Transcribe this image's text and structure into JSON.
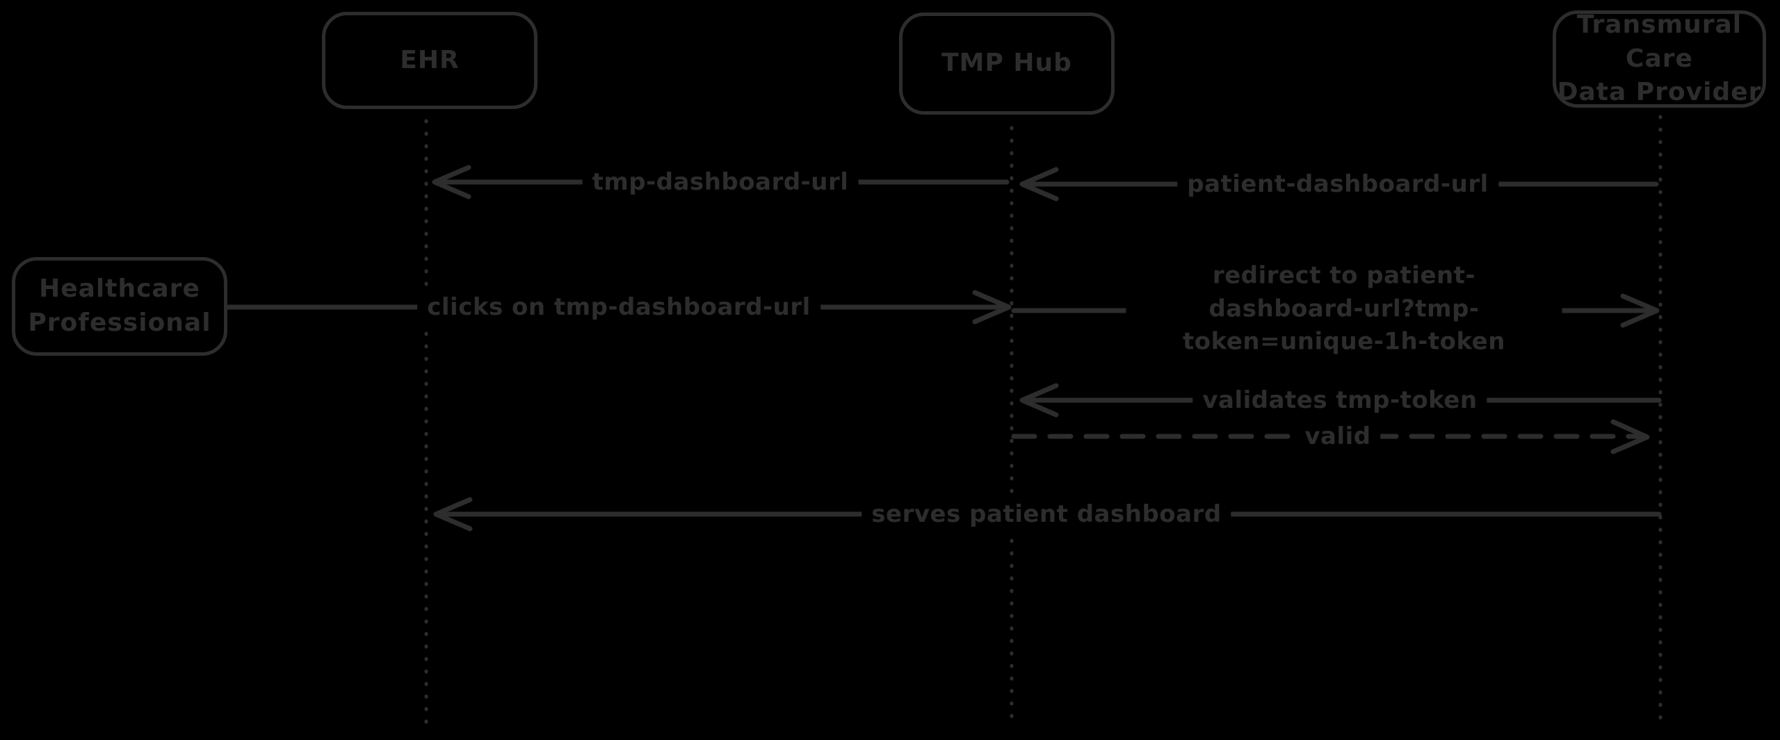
{
  "canvas": {
    "background": "#000000",
    "ink": "#2d2d2d",
    "style": "hand-drawn sequence diagram"
  },
  "actors": [
    {
      "id": "ehr",
      "label": "EHR"
    },
    {
      "id": "tmp-hub",
      "label": "TMP Hub"
    },
    {
      "id": "transmural-care-data-provider",
      "label": "Transmural Care\nData Provider"
    },
    {
      "id": "healthcare-professional",
      "label": "Healthcare\nProfessional"
    }
  ],
  "messages": [
    {
      "id": "tmp-dashboard-url",
      "label": "tmp-dashboard-url",
      "from": "tmp-hub",
      "to": "ehr",
      "style": "solid",
      "direction": "left"
    },
    {
      "id": "patient-dashboard-url",
      "label": "patient-dashboard-url",
      "from": "transmural-care-data-provider",
      "to": "tmp-hub",
      "style": "solid",
      "direction": "left"
    },
    {
      "id": "clicks-on-tmp-dashboard-url",
      "label": "clicks on tmp-dashboard-url",
      "from": "healthcare-professional",
      "to": "tmp-hub",
      "style": "solid",
      "direction": "right"
    },
    {
      "id": "redirect-to-patient-dashboard-url",
      "label": "redirect to patient-dashboard-url?tmp-\ntoken=unique-1h-token",
      "from": "tmp-hub",
      "to": "transmural-care-data-provider",
      "style": "solid",
      "direction": "right"
    },
    {
      "id": "validates-tmp-token",
      "label": "validates tmp-token",
      "from": "transmural-care-data-provider",
      "to": "tmp-hub",
      "style": "solid",
      "direction": "left"
    },
    {
      "id": "valid",
      "label": "valid",
      "from": "tmp-hub",
      "to": "transmural-care-data-provider",
      "style": "dashed",
      "direction": "right"
    },
    {
      "id": "serves-patient-dashboard",
      "label": "serves patient dashboard",
      "from": "transmural-care-data-provider",
      "to": "ehr",
      "style": "solid",
      "direction": "left"
    }
  ]
}
